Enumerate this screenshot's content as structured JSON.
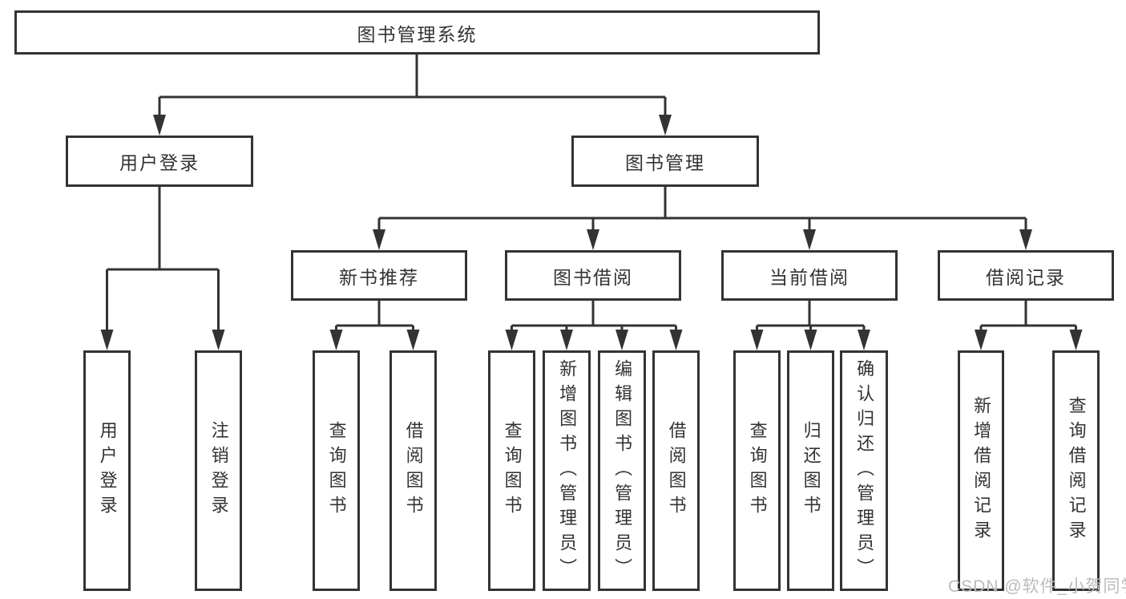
{
  "tree": {
    "root": {
      "label": "图书管理系统",
      "children": [
        {
          "label": "用户登录",
          "children": [
            {
              "label": "用户登录"
            },
            {
              "label": "注销登录"
            }
          ]
        },
        {
          "label": "图书管理",
          "children": [
            {
              "label": "新书推荐",
              "children": [
                {
                  "label": "查询图书"
                },
                {
                  "label": "借阅图书"
                }
              ]
            },
            {
              "label": "图书借阅",
              "children": [
                {
                  "label": "查询图书"
                },
                {
                  "label": "新增图书（管理员）"
                },
                {
                  "label": "编辑图书（管理员）"
                },
                {
                  "label": "借阅图书"
                }
              ]
            },
            {
              "label": "当前借阅",
              "children": [
                {
                  "label": "查询图书"
                },
                {
                  "label": "归还图书"
                },
                {
                  "label": "确认归还（管理员）"
                }
              ]
            },
            {
              "label": "借阅记录",
              "children": [
                {
                  "label": "新增借阅记录"
                },
                {
                  "label": "查询借阅记录"
                }
              ]
            }
          ]
        }
      ]
    }
  },
  "watermark": {
    "text": "CSDN @软件_小贺同学"
  },
  "colors": {
    "line": "#333333",
    "box_border": "#333333",
    "text": "#333333",
    "watermark": "#b9bbbd",
    "background": "#ffffff"
  }
}
